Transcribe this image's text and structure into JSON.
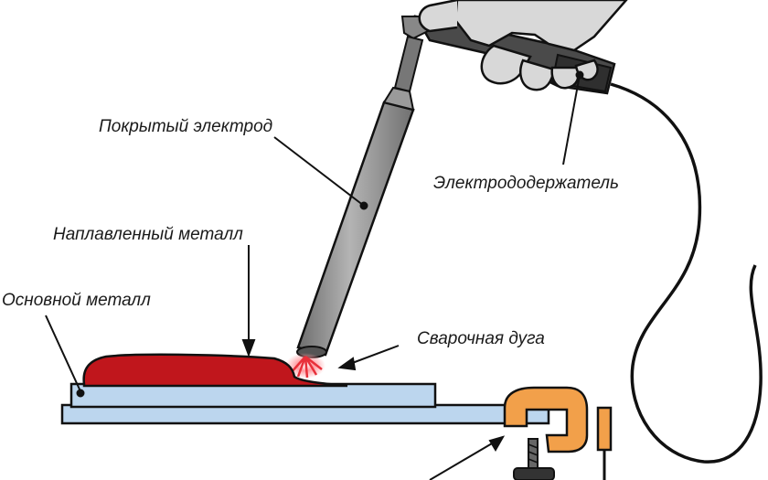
{
  "labels": {
    "electrode": "Покрытый электрод",
    "holder": "Электрододержатель",
    "deposited_metal": "Наплавленный металл",
    "base_metal": "Основной металл",
    "arc": "Сварочная дуга"
  },
  "colors": {
    "weld_metal": "#c0161c",
    "plate": "#bcd6ee",
    "clamp": "#f2a04a",
    "electrode_gray": "#8a8a8a",
    "holder_dark": "#4a4a4a",
    "glove": "#d8d8d8",
    "arc_glow": "#e8303a"
  }
}
